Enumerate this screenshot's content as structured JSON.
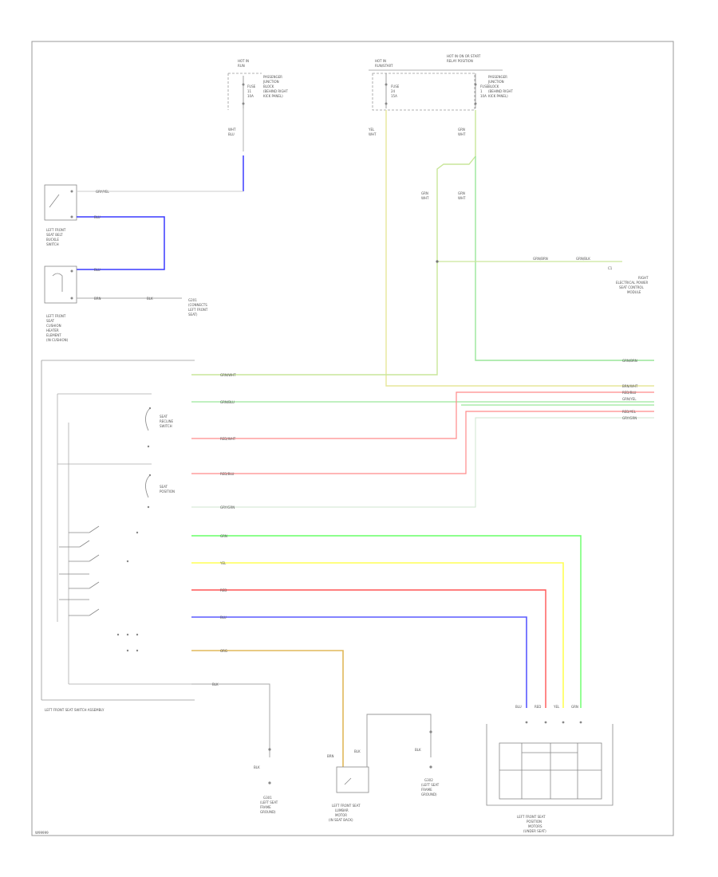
{
  "diagram": {
    "footer_code": "W99999",
    "blocks": {
      "hot_left": [
        "HOT IN",
        "RUN"
      ],
      "hot_mid": [
        "HOT IN",
        "RUN/START"
      ],
      "hot_right": [
        "HOT IN ON OR START",
        "RELAY POSITION"
      ],
      "fuse_box_left": [
        "PASSENGER",
        "JUNCTION",
        "BLOCK",
        "(BEHIND RIGHT",
        "KICK PANEL)"
      ],
      "fuse_box_right": [
        "PASSENGER",
        "JUNCTION",
        "BLOCK",
        "(BEHIND RIGHT",
        "KICK PANEL)"
      ],
      "fuse_left": [
        "FUSE",
        "11",
        "10A"
      ],
      "fuse_mid": [
        "FUSE",
        "24",
        "15A"
      ],
      "fuse_right": [
        "FUSE",
        "1",
        "10A"
      ],
      "seat_belt_switch": [
        "LEFT FRONT",
        "SEAT BELT",
        "BUCKLE",
        "SWITCH"
      ],
      "seat_heater": [
        "LEFT FRONT",
        "SEAT",
        "CUSHION",
        "HEATER",
        "ELEMENT",
        "(IN CUSHION)"
      ],
      "ground_ref_1": [
        "G201",
        "(CONNECTS",
        "LEFT FRONT",
        "SEAT)"
      ],
      "right_module": [
        "RIGHT",
        "ELECTRICAL POWER",
        "SEAT CONTROL",
        "MODULE"
      ],
      "recline_switch": [
        "SEAT",
        "RECLINE",
        "SWITCH"
      ],
      "seat_switch": [
        "SEAT",
        "POSITION"
      ],
      "switch_assembly": "LEFT FRONT SEAT SWITCH ASSEMBLY",
      "ground_bottom_left": [
        "G301",
        "(LEFT SEAT",
        "FRAME",
        "GROUND)"
      ],
      "motor_bottom_mid": [
        "LEFT FRONT SEAT",
        "LUMBAR",
        "MOTOR",
        "(IN SEAT BACK)"
      ],
      "ground_bottom_mid": [
        "G302",
        "(LEFT SEAT",
        "FRAME",
        "GROUND)"
      ],
      "motor_bottom_right": [
        "LEFT FRONT SEAT",
        "POSITION",
        "MOTORS",
        "(UNDER SEAT)"
      ]
    },
    "wire_labels": {
      "w_left_fuse": [
        "WHT",
        "BLU"
      ],
      "w_mid_fuse": [
        "YEL",
        "WHT"
      ],
      "w_right_fuse": [
        "GRN",
        "WHT"
      ],
      "belt_top": "GRY/YEL",
      "belt_bot": "BLU",
      "heat_top": "BLU",
      "heat_bot1": "BRN",
      "heat_bot2": "BLK",
      "mid_branch": [
        "GRN",
        "WHT"
      ],
      "right_branch": [
        "GRN",
        "WHT"
      ],
      "grn_brn_left": "GRN/BRN",
      "grn_brn_right": "GRN/BLK",
      "c1": "C1",
      "tan_wht": "GRN/WHT",
      "r1": "BRN/WHT",
      "r2": "GRN/BLU",
      "r3": "RED/BLU",
      "r4": "GRN/YEL",
      "r5": "RED/YEL",
      "r6": "GRY/GRN",
      "red_blu": "RED/WHT",
      "red_yel": "RED/BLU",
      "gry_grn": "GRY/GRN",
      "grn": "GRN",
      "yel": "YEL",
      "red": "RED",
      "blu": "BLU",
      "org": "ORG",
      "blk_bot": "BLK",
      "m1": "BLU",
      "m2": "RED",
      "m3": "YEL",
      "m4": "GRN",
      "blk_left": "BLK",
      "blk_mid": "BLK",
      "brn_mid": "BRN",
      "blk_right": "BLK"
    },
    "colors": {
      "frame": "#999999",
      "blue": "#3a3aff",
      "yellow": "#e6e69a",
      "green": "#9ae69a",
      "red": "#ff8a8a",
      "yellow_bright": "#ffff55",
      "green_bright": "#66ff66",
      "orange_yellow": "#e0b85a"
    }
  }
}
